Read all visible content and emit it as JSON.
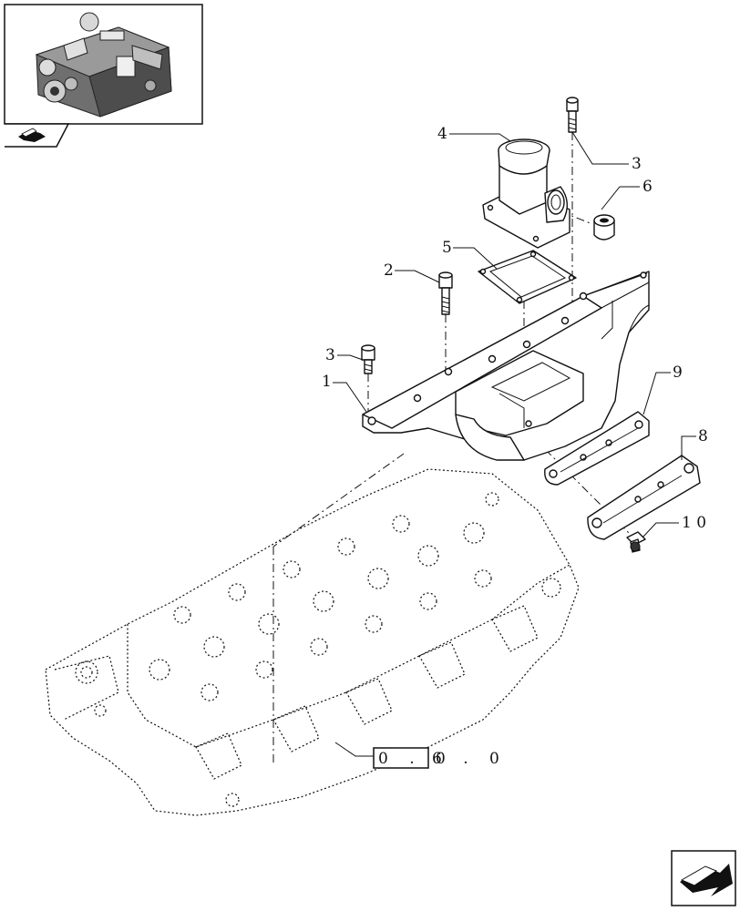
{
  "callouts": {
    "c1": "1",
    "c2": "2",
    "c3a": "3",
    "c3b": "3",
    "c4": "4",
    "c5": "5",
    "c6": "6",
    "c8": "8",
    "c9": "9",
    "c10": "1 0"
  },
  "reference": {
    "boxed": "0 . 0",
    "tail": "6 . 0"
  },
  "icons": {
    "engine_thumbnail": "engine-thumbnail-icon",
    "catalog_arrow": "catalog-arrow-icon",
    "next_page": "next-page-arrow-icon"
  }
}
